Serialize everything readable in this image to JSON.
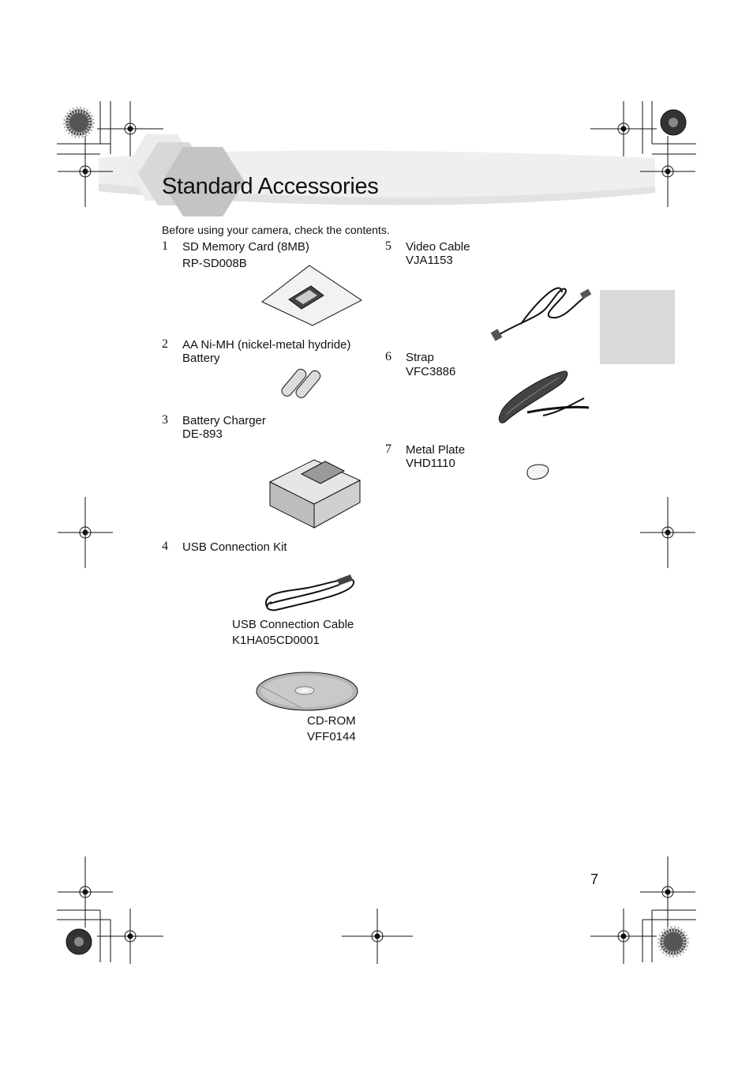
{
  "title": "Standard Accessories",
  "intro": "Before using your camera, check the contents.",
  "page_number": "7",
  "items": [
    {
      "num": "1",
      "name": "SD Memory Card (8MB)",
      "part": "RP-SD008B"
    },
    {
      "num": "2",
      "name": "AA Ni-MH (nickel-metal hydride)",
      "name2": "Battery"
    },
    {
      "num": "3",
      "name": "Battery Charger",
      "part": "DE-893"
    },
    {
      "num": "4",
      "name": "USB Connection Kit",
      "sub": [
        {
          "name": "USB Connection Cable",
          "part": "K1HA05CD0001"
        },
        {
          "name": "CD-ROM",
          "part": "VFF0144"
        }
      ]
    },
    {
      "num": "5",
      "name": "Video Cable",
      "part": "VJA1153"
    },
    {
      "num": "6",
      "name": "Strap",
      "part": "VFC3886"
    },
    {
      "num": "7",
      "name": "Metal Plate",
      "part": "VHD1110"
    }
  ],
  "colors": {
    "tab": "#d9d9d9",
    "banner": "#e8e8e8",
    "hex_dark": "#c4c4c4"
  }
}
